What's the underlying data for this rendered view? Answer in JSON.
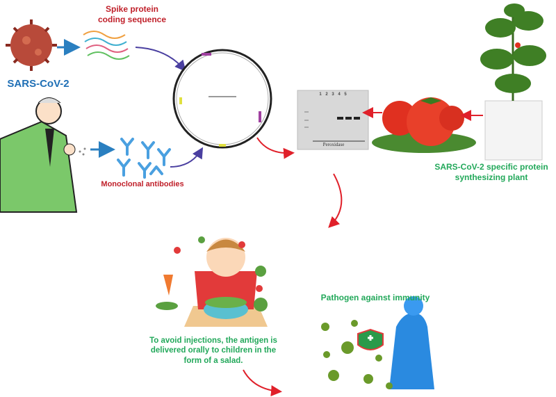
{
  "labels": {
    "spike": "Spike protein coding sequence",
    "virus": "SARS-CoV-2",
    "antibodies": "Monoclonal antibodies",
    "plant": "SARS-CoV-2 specific protein synthesizing plant",
    "salad": "To avoid injections, the antigen is delivered orally to children in the form of a salad.",
    "immunity": "Pathogen against immunity"
  },
  "gel": {
    "lanes": "1 2 3 4 5",
    "caption": "Peroxidase"
  },
  "colors": {
    "red": "#c0202a",
    "green": "#22a85a",
    "blue": "#1f6fb5",
    "arrow_red": "#e0202a",
    "arrow_purple": "#4a3fa0"
  }
}
